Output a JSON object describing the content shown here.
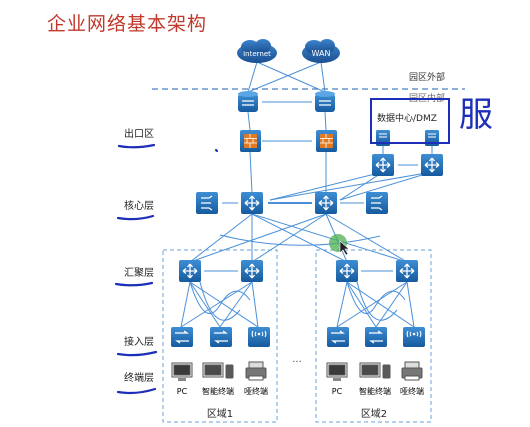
{
  "title": "企业网络基本架构",
  "clouds": {
    "internet": "Internet",
    "wan": "WAN"
  },
  "boundary": {
    "outside": "园区外部",
    "inside": "园区内部"
  },
  "dmz_label": "数据中心/DMZ",
  "handwriting": "服",
  "layers": {
    "egress": "出口区",
    "core": "核心层",
    "aggregation": "汇聚层",
    "access": "接入层",
    "terminal": "终端层"
  },
  "terminals": {
    "pc": "PC",
    "smart": "智能终端",
    "dumb": "哑终端"
  },
  "zones": {
    "zone1": "区域1",
    "zone2": "区域2"
  },
  "ellipsis": "...",
  "colors": {
    "title": "#c0392b",
    "device": "#1a6fb5",
    "link": "#4a90d9",
    "pen": "#1d2fb8",
    "firewall": "#e07a22"
  }
}
